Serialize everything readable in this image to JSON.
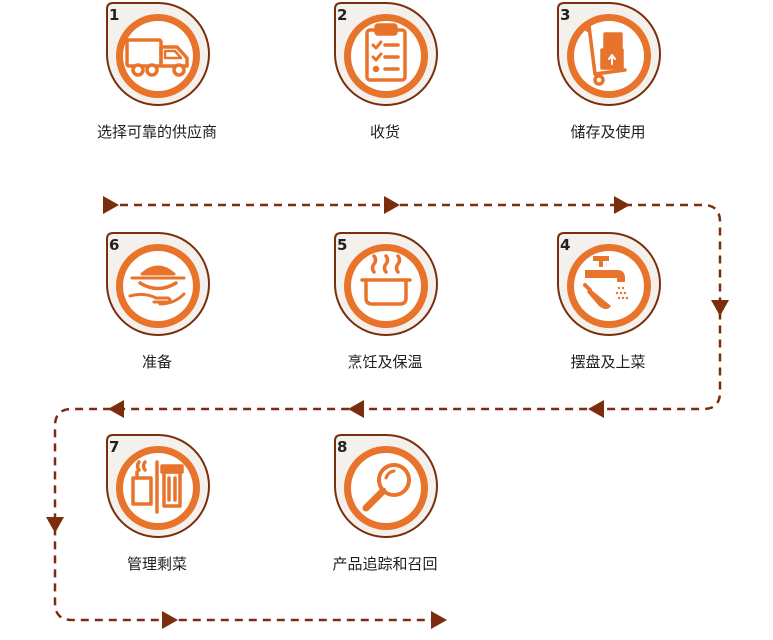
{
  "colors": {
    "accent": "#e8742c",
    "dark": "#7a2e0e",
    "tab": "#f4f0ec",
    "text": "#1f1f1f"
  },
  "steps": [
    {
      "num": "1",
      "label": "选择可靠的供应商",
      "icon": "delivery-truck-icon"
    },
    {
      "num": "2",
      "label": "收货",
      "icon": "clipboard-checklist-icon"
    },
    {
      "num": "3",
      "label": "储存及使用",
      "icon": "hand-trolley-box-icon"
    },
    {
      "num": "4",
      "label": "摆盘及上菜",
      "icon": "faucet-knife-icon"
    },
    {
      "num": "5",
      "label": "烹饪及保温",
      "icon": "steaming-pot-icon"
    },
    {
      "num": "6",
      "label": "准备",
      "icon": "served-dish-hand-icon"
    },
    {
      "num": "7",
      "label": "管理剩菜",
      "icon": "trash-bin-icon"
    },
    {
      "num": "8",
      "label": "产品追踪和召回",
      "icon": "magnifying-glass-icon"
    }
  ]
}
